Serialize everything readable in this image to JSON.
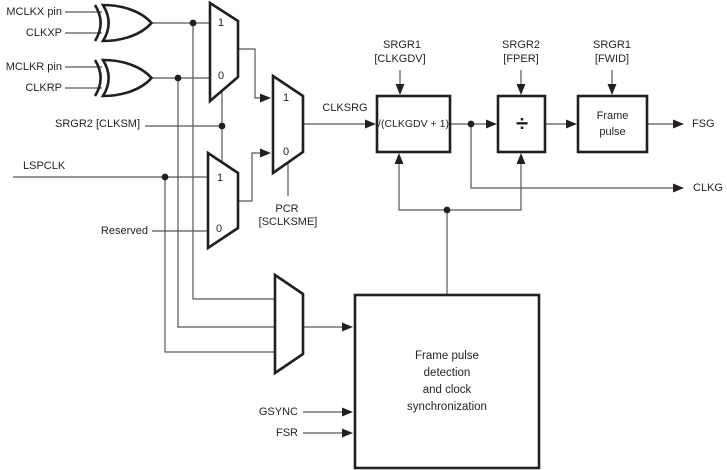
{
  "colors": {
    "background": "#FFFFFF",
    "wire": "#56575B",
    "ink": "#231F20"
  },
  "labels": {
    "inputs": {
      "mclkx_pin": "MCLKX pin",
      "clkxp": "CLKXP",
      "mclkr_pin": "MCLKR pin",
      "clkrp": "CLKRP",
      "srgr2_clksm": "SRGR2 [CLKSM]",
      "lspclk": "LSPCLK",
      "reserved": "Reserved",
      "gsync": "GSYNC",
      "fsr": "FSR"
    },
    "outputs": {
      "fsg": "FSG",
      "clkg": "CLKG"
    },
    "nets": {
      "clksrg": "CLKSRG"
    },
    "controls": {
      "pcr": {
        "line1": "PCR",
        "line2": "[SCLKSME]"
      },
      "clkgdv": {
        "line1": "SRGR1",
        "line2": "[CLKGDV]"
      },
      "fper": {
        "line1": "SRGR2",
        "line2": "[FPER]"
      },
      "fwid": {
        "line1": "SRGR1",
        "line2": "[FWID]"
      }
    },
    "blocks": {
      "clkgdv_divider": "/(CLKGDV + 1)",
      "fper_divider": "÷",
      "frame_pulse": {
        "line1": "Frame",
        "line2": "pulse"
      },
      "sync": {
        "line1": "Frame pulse",
        "line2": "detection",
        "line3": "and clock",
        "line4": "synchronization"
      }
    },
    "mux": {
      "one": "1",
      "zero": "0"
    }
  }
}
